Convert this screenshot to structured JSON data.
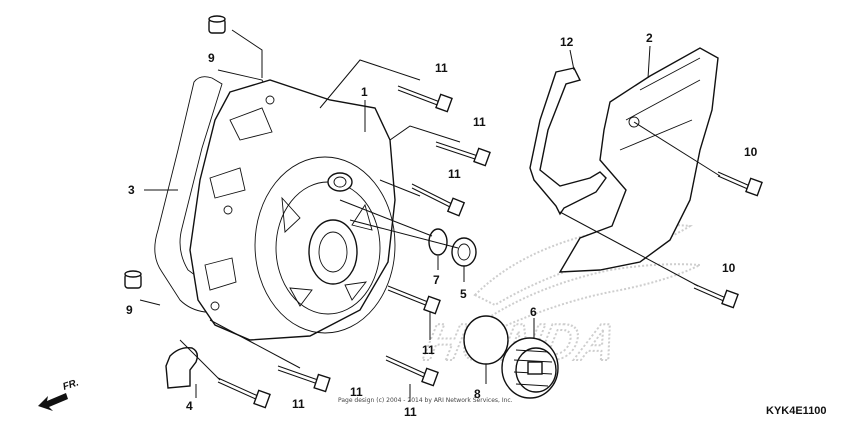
{
  "callouts": [
    "1",
    "2",
    "3",
    "4",
    "5",
    "6",
    "7",
    "8",
    "9",
    "9",
    "10",
    "10",
    "11",
    "11",
    "11",
    "11",
    "11",
    "11",
    "11",
    "12"
  ],
  "copyright": "Page design (c) 2004 - 2014 by ARI Network Services, Inc.",
  "diagram_code": "KYK4E1100",
  "front_label": "FR.",
  "watermark": "HONDA"
}
